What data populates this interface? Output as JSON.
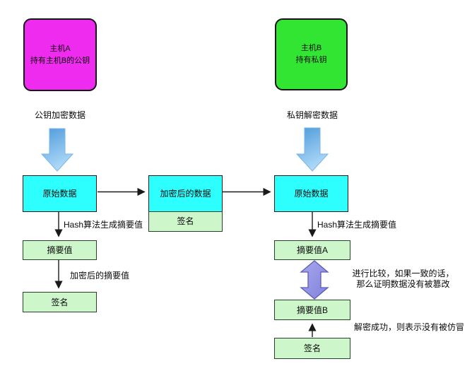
{
  "diagram": {
    "title": "asymmetric-signature-verification-flow",
    "colors": {
      "host_a_fill": "#ef2bef",
      "host_b_fill": "#33e533",
      "data_fill": "#2dfefe",
      "digest_fill": "#cdf6cb",
      "fat_arrow_blue_top": "#579fe0",
      "fat_arrow_blue_bottom": "#aed9f8",
      "compare_arrow_purple": "#9191e4",
      "connector": "#1a1a1a"
    },
    "hosts": {
      "a": {
        "line1": "主机A",
        "line2": "持有主机B的公钥"
      },
      "b": {
        "line1": "主机B",
        "line2": "持有私钥"
      }
    },
    "nodes": {
      "original_left": "原始数据",
      "encrypted": "加密后的数据",
      "encrypted_sig": "签名",
      "original_right": "原始数据",
      "digest_left": "摘要值",
      "sig_left": "签名",
      "digest_a": "摘要值A",
      "digest_b": "摘要值B",
      "sig_right": "签名"
    },
    "labels": {
      "pubkey_encrypt": "公钥加密数据",
      "privkey_decrypt": "私钥解密数据",
      "hash_left": "Hash算法生成摘要值",
      "hash_right": "Hash算法生成摘要值",
      "encrypted_digest": "加密后的摘要值",
      "compare_line1": "进行比较，如果一致的话，",
      "compare_line2": "那么证明数据没有被篡改",
      "decrypt_success": "解密成功，则表示没有被仿冒"
    }
  }
}
